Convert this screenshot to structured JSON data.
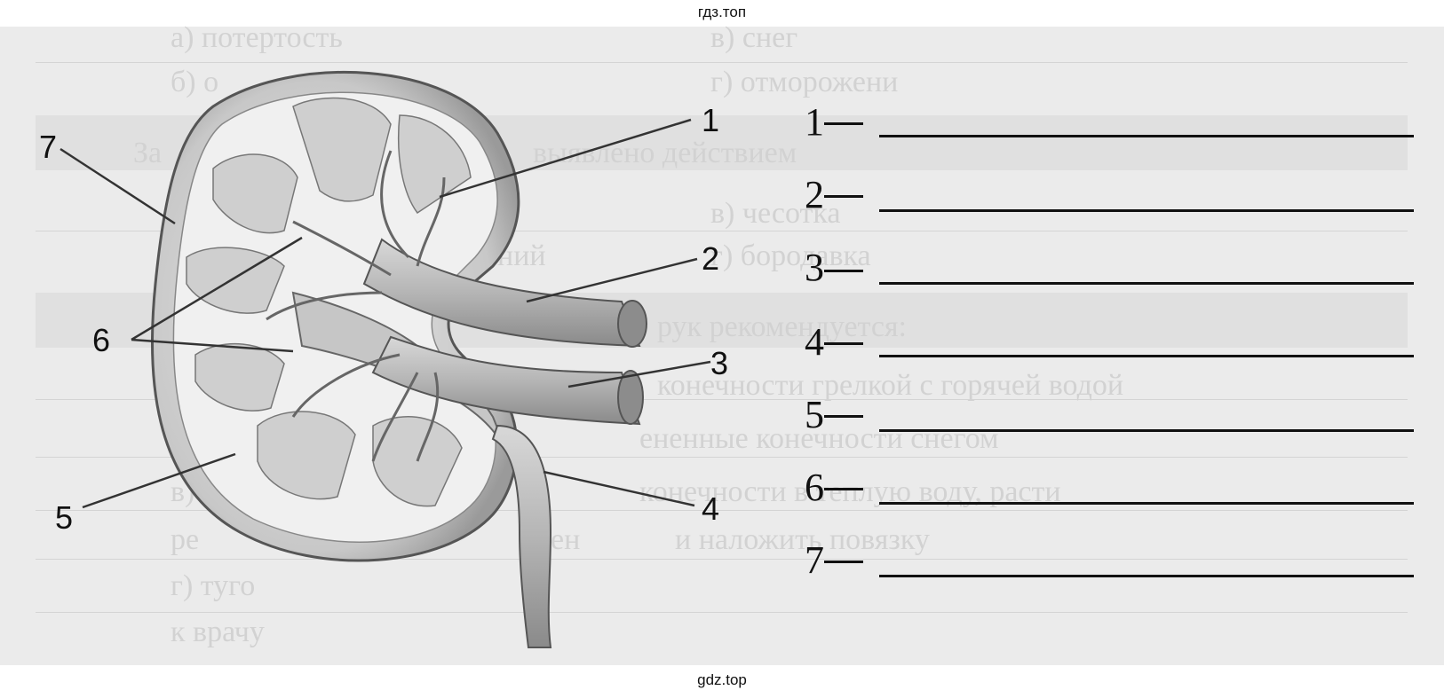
{
  "watermark": {
    "top": "гдз.топ",
    "bottom": "gdz.top"
  },
  "background_text": [
    "а) потертость",
    "в) снег",
    "б) о",
    "г) отморожени",
    "За",
    "выявлено действием",
    "в) чесотка",
    "ний",
    "г) бородавка",
    "рук рекомендуется:",
    "конечности грелкой с горячей водой",
    "ененные конечности снегом",
    "в)",
    "конечности в теплую воду, расти",
    "ре",
    "ен",
    "и наложить повязку",
    "г) туго",
    "к врачу"
  ],
  "callouts": [
    "1",
    "2",
    "3",
    "4",
    "5",
    "6",
    "7"
  ],
  "answers": [
    {
      "number": "1",
      "dash": "—",
      "value": ""
    },
    {
      "number": "2",
      "dash": "—",
      "value": ""
    },
    {
      "number": "3",
      "dash": "—",
      "value": ""
    },
    {
      "number": "4",
      "dash": "—",
      "value": ""
    },
    {
      "number": "5",
      "dash": "—",
      "value": ""
    },
    {
      "number": "6",
      "dash": "—",
      "value": ""
    },
    {
      "number": "7",
      "dash": "—",
      "value": ""
    }
  ],
  "colors": {
    "ink": "#111111",
    "paper": "#ebebeb",
    "kidney_fill": "#d9d9d9",
    "cortex": "#f4f4f4",
    "vessel": "#bdbdbd"
  }
}
